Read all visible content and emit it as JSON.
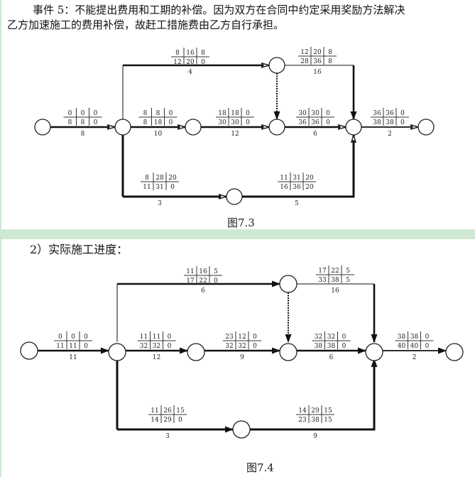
{
  "paragraph": {
    "line1": "事件 5：不能提出费用和工期的补偿。因为双方在合同中约定采用奖励方法解决",
    "line2": "乙方加速施工的费用补偿，故赶工措施费由乙方自行承担。"
  },
  "section_heading": "2）实际施工进度：",
  "figures": [
    {
      "id": "fig73",
      "caption": "图7.3",
      "activities": [
        {
          "key": "a1",
          "top": [
            "0",
            "0",
            "0"
          ],
          "bottom": [
            "8",
            "8",
            "0"
          ],
          "duration": "8"
        },
        {
          "key": "a2",
          "top": [
            "8",
            "8",
            "0"
          ],
          "bottom": [
            "8",
            "18",
            "0"
          ],
          "duration": "10"
        },
        {
          "key": "a3",
          "top": [
            "18",
            "18",
            "0"
          ],
          "bottom": [
            "30",
            "30",
            "0"
          ],
          "duration": "12"
        },
        {
          "key": "a4",
          "top": [
            "30",
            "30",
            "0"
          ],
          "bottom": [
            "36",
            "36",
            "0"
          ],
          "duration": "6"
        },
        {
          "key": "a5",
          "top": [
            "36",
            "36",
            "0"
          ],
          "bottom": [
            "38",
            "38",
            "0"
          ],
          "duration": "2"
        },
        {
          "key": "a6",
          "top": [
            "8",
            "16",
            "8"
          ],
          "bottom": [
            "12",
            "20",
            "0"
          ],
          "duration": "4"
        },
        {
          "key": "a7",
          "top": [
            "12",
            "20",
            "8"
          ],
          "bottom": [
            "28",
            "36",
            "8"
          ],
          "duration": "16"
        },
        {
          "key": "a8",
          "top": [
            "8",
            "28",
            "20"
          ],
          "bottom": [
            "11",
            "31",
            "0"
          ],
          "duration": "3"
        },
        {
          "key": "a9",
          "top": [
            "11",
            "31",
            "20"
          ],
          "bottom": [
            "16",
            "36",
            "20"
          ],
          "duration": "5"
        }
      ]
    },
    {
      "id": "fig74",
      "caption": "图7.4",
      "activities": [
        {
          "key": "a1",
          "top": [
            "0",
            "0",
            "0"
          ],
          "bottom": [
            "11",
            "11",
            "0"
          ],
          "duration": "11"
        },
        {
          "key": "a2",
          "top": [
            "11",
            "11",
            "0"
          ],
          "bottom": [
            "32",
            "32",
            "0"
          ],
          "duration": "12"
        },
        {
          "key": "a3",
          "top": [
            "23",
            "12",
            "0"
          ],
          "bottom": [
            "32",
            "32",
            "0"
          ],
          "duration": "9"
        },
        {
          "key": "a4",
          "top": [
            "32",
            "32",
            "0"
          ],
          "bottom": [
            "38",
            "38",
            "0"
          ],
          "duration": "6"
        },
        {
          "key": "a5",
          "top": [
            "38",
            "38",
            "0"
          ],
          "bottom": [
            "40",
            "40",
            "0"
          ],
          "duration": "2"
        },
        {
          "key": "a6",
          "top": [
            "11",
            "16",
            "5"
          ],
          "bottom": [
            "17",
            "22",
            "0"
          ],
          "duration": "6"
        },
        {
          "key": "a7",
          "top": [
            "17",
            "22",
            "5"
          ],
          "bottom": [
            "33",
            "38",
            "5"
          ],
          "duration": "16"
        },
        {
          "key": "a8",
          "top": [
            "11",
            "26",
            "15"
          ],
          "bottom": [
            "14",
            "29",
            "0"
          ],
          "duration": "3"
        },
        {
          "key": "a9",
          "top": [
            "14",
            "29",
            "15"
          ],
          "bottom": [
            "23",
            "38",
            "15"
          ],
          "duration": "9"
        }
      ]
    }
  ]
}
